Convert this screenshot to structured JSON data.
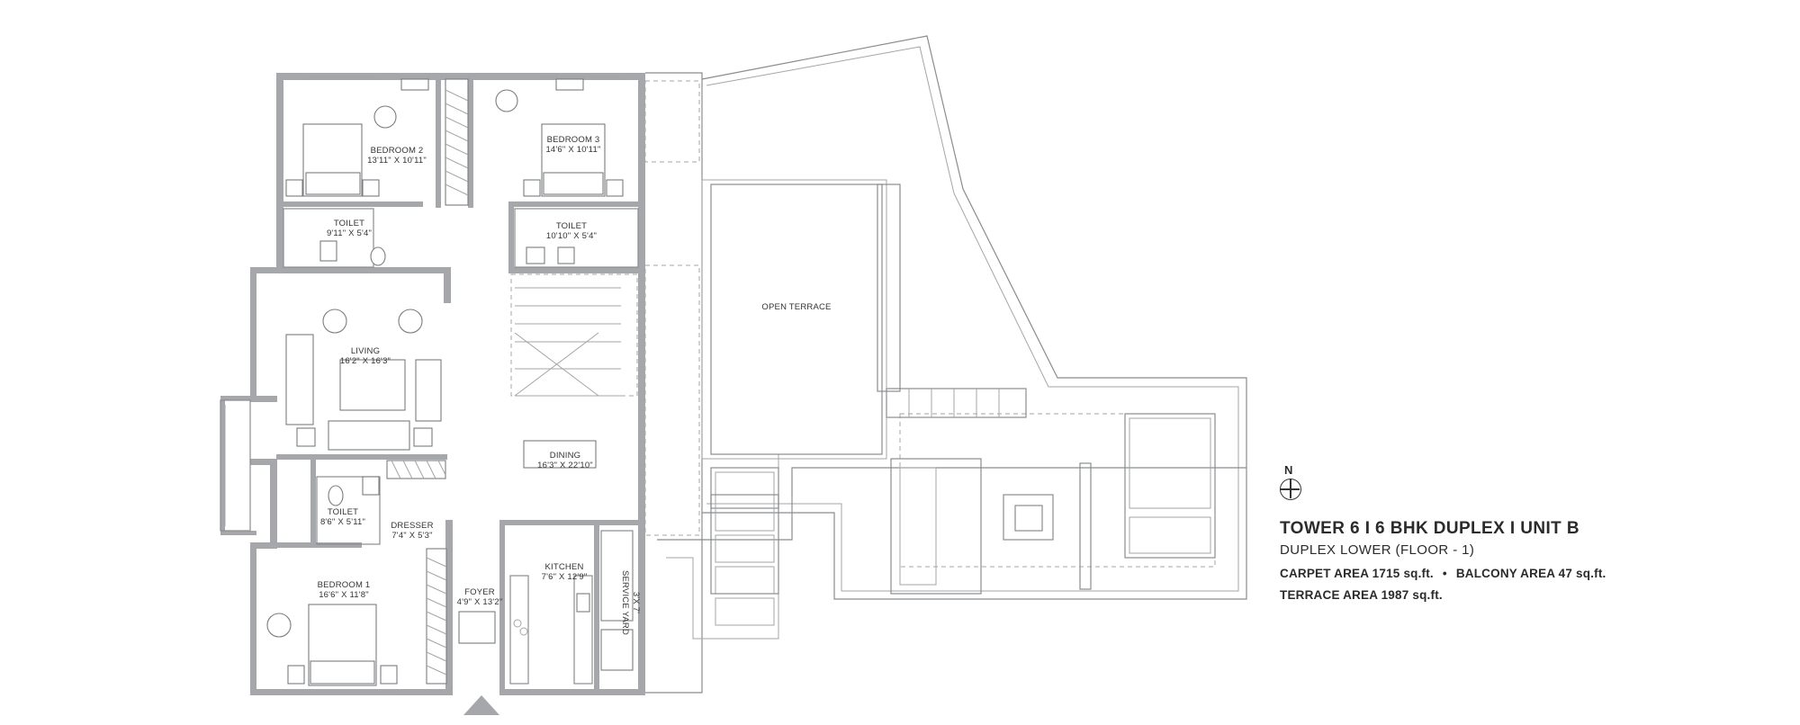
{
  "rooms": {
    "bedroom2": {
      "name": "BEDROOM 2",
      "size": "13'11\" X 10'11\""
    },
    "bedroom3": {
      "name": "BEDROOM 3",
      "size": "14'6\" X 10'11\""
    },
    "toilet_b2": {
      "name": "TOILET",
      "size": "9'11\" X 5'4\""
    },
    "toilet_b3": {
      "name": "TOILET",
      "size": "10'10\" X 5'4\""
    },
    "living": {
      "name": "LIVING",
      "size": "16'2\" X 16'3\""
    },
    "dining": {
      "name": "DINING",
      "size": "16'3\" X 22'10\""
    },
    "toilet_b1": {
      "name": "TOILET",
      "size": "8'6\" X 5'11\""
    },
    "dresser": {
      "name": "DRESSER",
      "size": "7'4\" X 5'3\""
    },
    "kitchen": {
      "name": "KITCHEN",
      "size": "7'6\" X 12'9\""
    },
    "foyer": {
      "name": "FOYER",
      "size": "4'9\" X 13'2\""
    },
    "bedroom1": {
      "name": "BEDROOM 1",
      "size": "16'6\" X 11'8\""
    },
    "service_yard": {
      "name": "SERVICE YARD",
      "size": "3'X 7'"
    },
    "open_terrace": {
      "name": "OPEN TERRACE"
    }
  },
  "info": {
    "north": "N",
    "title": "TOWER 6  I  6 BHK DUPLEX  I  UNIT B",
    "subtitle": "DUPLEX LOWER (FLOOR - 1)",
    "carpet_area": "CARPET AREA 1715 sq.ft.",
    "balcony_area": "BALCONY AREA 47 sq.ft.",
    "terrace_area": "TERRACE AREA 1987 sq.ft."
  }
}
